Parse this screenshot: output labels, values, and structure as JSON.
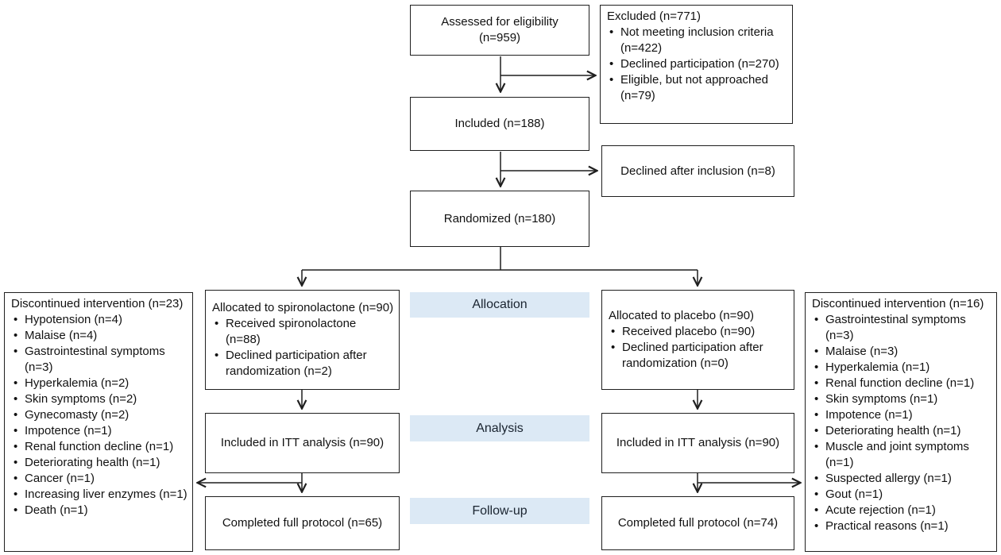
{
  "diagram": {
    "assessed": {
      "line1": "Assessed for eligibility",
      "line2": "(n=959)"
    },
    "excluded": {
      "title": "Excluded (n=771)",
      "items": [
        "Not meeting inclusion criteria (n=422)",
        "Declined participation (n=270)",
        "Eligible, but not approached (n=79)"
      ]
    },
    "included": {
      "label": "Included (n=188)"
    },
    "declined_after_inclusion": {
      "label": "Declined after inclusion (n=8)"
    },
    "randomized": {
      "label": "Randomized (n=180)"
    },
    "discontinued_left": {
      "title": "Discontinued intervention (n=23)",
      "items": [
        "Hypotension (n=4)",
        "Malaise (n=4)",
        "Gastrointestinal symptoms (n=3)",
        "Hyperkalemia (n=2)",
        "Skin symptoms (n=2)",
        "Gynecomasty (n=2)",
        "Impotence (n=1)",
        "Renal function decline (n=1)",
        "Deteriorating health (n=1)",
        "Cancer (n=1)",
        "Increasing liver enzymes (n=1)",
        "Death (n=1)"
      ]
    },
    "allocated_spironolactone": {
      "title": "Allocated to spironolactone (n=90)",
      "items": [
        "Received spironolactone (n=88)",
        "Declined participation after randomization (n=2)"
      ]
    },
    "allocated_placebo": {
      "title": "Allocated to placebo (n=90)",
      "items": [
        "Received placebo (n=90)",
        "Declined participation after randomization (n=0)"
      ]
    },
    "discontinued_right": {
      "title": "Discontinued intervention (n=16)",
      "items": [
        "Gastrointestinal symptoms (n=3)",
        "Malaise (n=3)",
        "Hyperkalemia (n=1)",
        "Renal function decline (n=1)",
        "Skin symptoms (n=1)",
        "Impotence (n=1)",
        "Deteriorating health (n=1)",
        "Muscle and joint symptoms (n=1)",
        "Suspected allergy (n=1)",
        "Gout (n=1)",
        "Acute rejection (n=1)",
        "Practical reasons (n=1)"
      ]
    },
    "stage_labels": {
      "allocation": "Allocation",
      "analysis": "Analysis",
      "followup": "Follow-up"
    },
    "itt_left": {
      "label": "Included in ITT analysis (n=90)"
    },
    "itt_right": {
      "label": "Included in ITT analysis (n=90)"
    },
    "completed_left": {
      "label": "Completed full protocol (n=65)"
    },
    "completed_right": {
      "label": "Completed full protocol (n=74)"
    }
  },
  "colors": {
    "stage_label_bg": "#dce9f5",
    "line": "#1f1f1f",
    "box_border": "#1f1f1f",
    "background": "#ffffff",
    "text": "#111111"
  }
}
